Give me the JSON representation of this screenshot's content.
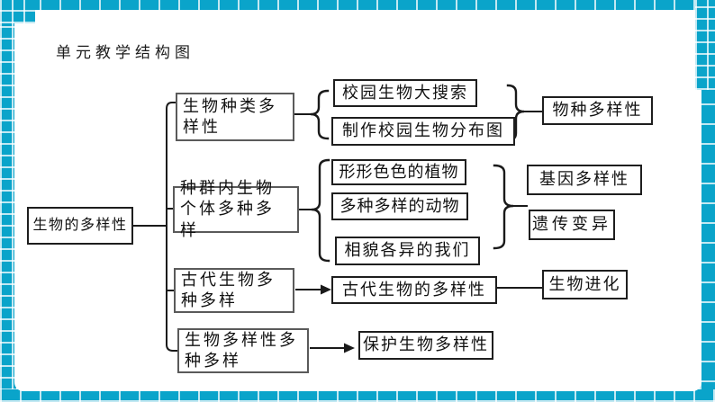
{
  "slide": {
    "title": "单元教学结构图",
    "accent_color": "#0aa4ca",
    "line_color": "#1a1a1a"
  },
  "diagram": {
    "root": {
      "label": "生物的多样性"
    },
    "groups": [
      {
        "head": "生物种类多样性",
        "children": [
          "校园生物大搜索",
          "制作校园生物分布图"
        ],
        "result": "物种多样性"
      },
      {
        "head": "种群内生物个体多种多样",
        "children": [
          "形形色色的植物",
          "多种多样的动物",
          "相貌各异的我们"
        ],
        "results": [
          "基因多样性",
          "遗传变异"
        ]
      },
      {
        "head": "古代生物多种多样",
        "middle": "古代生物的多样性",
        "result": "生物进化"
      },
      {
        "head": "生物多样性多种多样",
        "middle": "保护生物多样性"
      }
    ]
  }
}
